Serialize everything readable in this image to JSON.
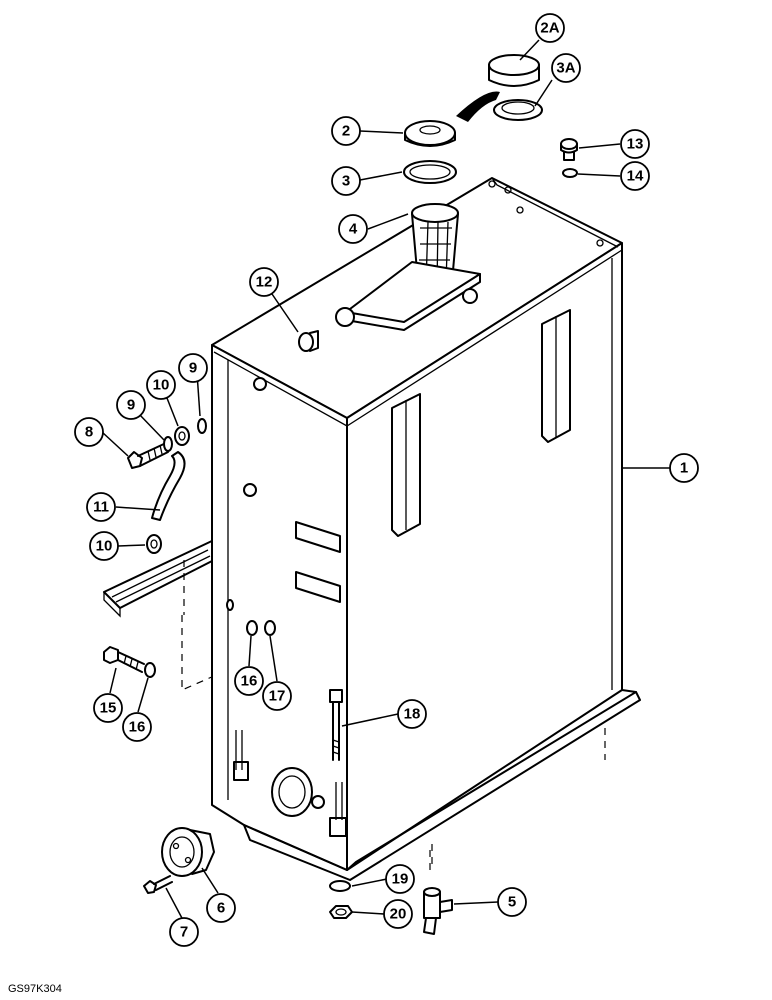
{
  "drawing_code": "GS97K304",
  "callouts": [
    {
      "label": "2A"
    },
    {
      "label": "3A"
    },
    {
      "label": "2"
    },
    {
      "label": "3"
    },
    {
      "label": "4"
    },
    {
      "label": "13"
    },
    {
      "label": "14"
    },
    {
      "label": "12"
    },
    {
      "label": "9"
    },
    {
      "label": "10"
    },
    {
      "label": "9"
    },
    {
      "label": "8"
    },
    {
      "label": "11"
    },
    {
      "label": "10"
    },
    {
      "label": "1"
    },
    {
      "label": "16"
    },
    {
      "label": "17"
    },
    {
      "label": "15"
    },
    {
      "label": "16"
    },
    {
      "label": "18"
    },
    {
      "label": "19"
    },
    {
      "label": "5"
    },
    {
      "label": "20"
    },
    {
      "label": "6"
    },
    {
      "label": "7"
    }
  ]
}
